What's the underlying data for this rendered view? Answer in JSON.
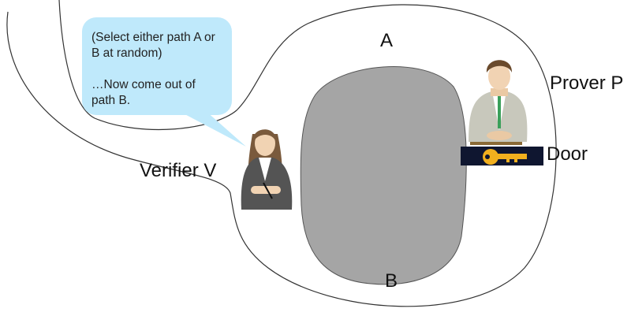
{
  "labels": {
    "path_a": "A",
    "path_b": "B",
    "prover": "Prover P",
    "verifier": "Verifier V",
    "door": "Door"
  },
  "speech_bubble": {
    "line1": "(Select either path A or",
    "line2": "B at random)",
    "line3": "…Now come out of",
    "line4": "path B."
  },
  "colors": {
    "bubble": "#bfe9fb",
    "rock": "#a5a5a5",
    "door": "#0f1630",
    "key": "#f2b01e"
  }
}
